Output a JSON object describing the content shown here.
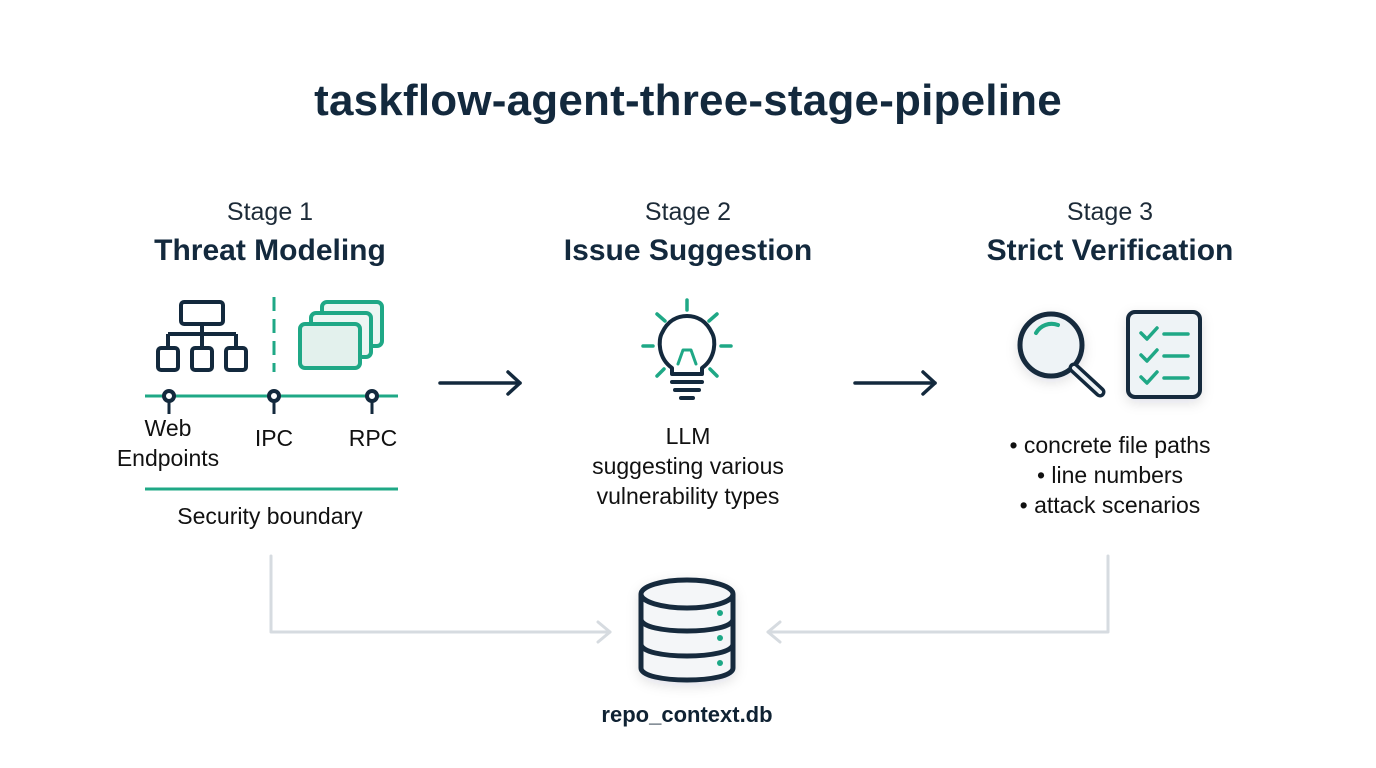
{
  "title": "taskflow-agent-three-stage-pipeline",
  "colors": {
    "dark": "#13293d",
    "accent": "#1fa886",
    "connector": "#d6dbe0"
  },
  "stages": [
    {
      "number": "Stage 1",
      "name": "Threat Modeling",
      "icons": [
        "hierarchy-icon",
        "stacked-windows-icon"
      ],
      "boundary_points": [
        "Web\nEndpoints",
        "IPC",
        "RPC"
      ],
      "boundary_label": "Security boundary"
    },
    {
      "number": "Stage 2",
      "name": "Issue Suggestion",
      "icons": [
        "lightbulb-icon"
      ],
      "description": [
        "LLM",
        "suggesting various",
        "vulnerability types"
      ]
    },
    {
      "number": "Stage 3",
      "name": "Strict Verification",
      "icons": [
        "magnifier-icon",
        "checklist-icon"
      ],
      "bullets": [
        "• concrete file paths",
        "• line numbers",
        "• attack scenarios"
      ]
    }
  ],
  "storage": {
    "label": "repo_context.db",
    "icon": "database-icon"
  }
}
